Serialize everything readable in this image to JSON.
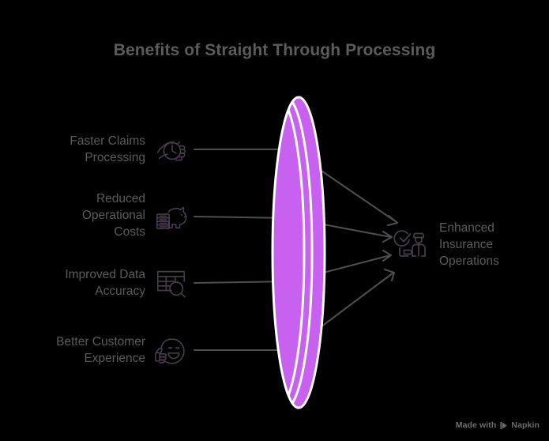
{
  "title": "Benefits of Straight Through Processing",
  "colors": {
    "background": "#000000",
    "text": "#5b5b5b",
    "icon_stroke": "#4a3a4e",
    "shape_fill": "#c861f0",
    "shape_divider": "#ffffff",
    "connector": "#4d4d4d",
    "watermark": "#6d6d6d"
  },
  "benefits": [
    {
      "id": "faster-claims-processing",
      "label": "Faster Claims\nProcessing",
      "icon": "hand-stopwatch-icon"
    },
    {
      "id": "reduced-operational-costs",
      "label": "Reduced\nOperational\nCosts",
      "icon": "piggy-bank-coins-icon"
    },
    {
      "id": "improved-data-accuracy",
      "label": "Improved Data\nAccuracy",
      "icon": "table-magnifier-icon"
    },
    {
      "id": "better-customer-experience",
      "label": "Better Customer\nExperience",
      "icon": "smiley-thumbs-up-icon"
    }
  ],
  "outcome": {
    "id": "enhanced-insurance-operations",
    "label": "Enhanced\nInsurance\nOperations",
    "icon": "checkmark-agent-icon"
  },
  "center_shape": {
    "name": "layered-ellipse",
    "fill": "#c861f0",
    "layers": 3
  },
  "watermark": {
    "prefix": "Made with",
    "brand": "Napkin",
    "logo": "napkin-play-logo"
  }
}
